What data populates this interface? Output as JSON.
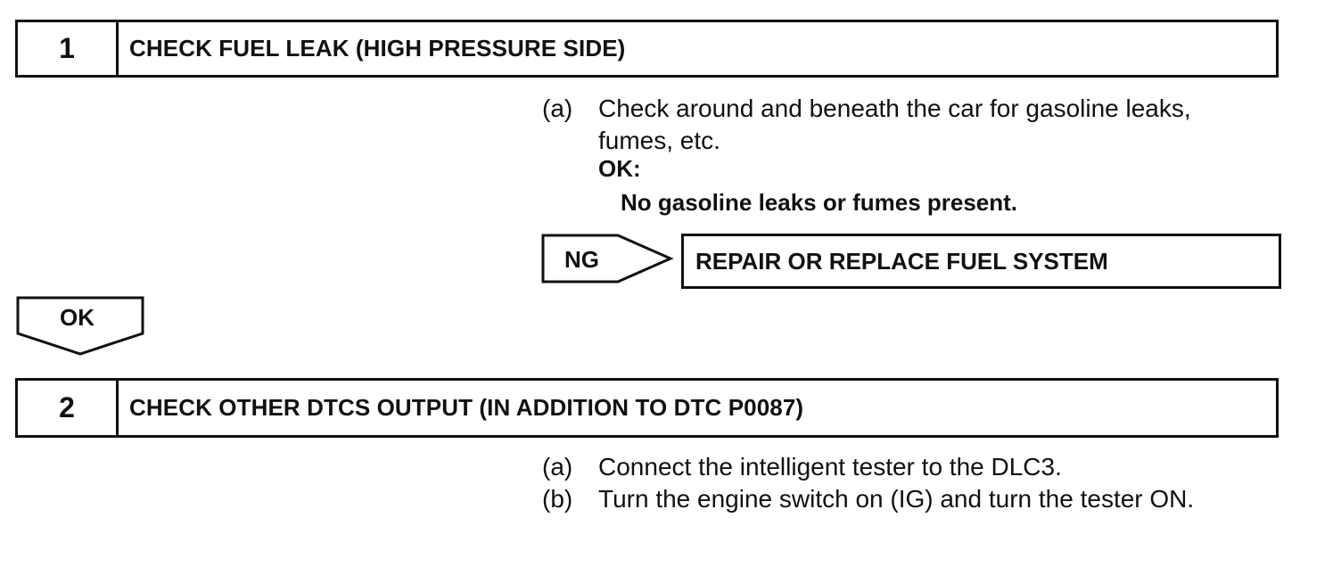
{
  "steps": [
    {
      "number": "1",
      "title": "CHECK FUEL LEAK (HIGH PRESSURE SIDE)",
      "instructions": [
        {
          "key": "(a)",
          "lines": [
            "Check around and beneath the car for gasoline leaks,",
            "fumes, etc."
          ]
        }
      ],
      "spec": {
        "label": "OK:",
        "text": "No gasoline leaks or fumes present."
      },
      "ng_branch": {
        "label": "NG",
        "action": "REPAIR OR REPLACE FUEL SYSTEM"
      },
      "ok_branch": {
        "label": "OK"
      }
    },
    {
      "number": "2",
      "title": "CHECK OTHER DTCS OUTPUT (IN ADDITION TO DTC P0087)",
      "instructions": [
        {
          "key": "(a)",
          "lines": [
            "Connect the intelligent tester to the DLC3."
          ]
        },
        {
          "key": "(b)",
          "lines": [
            "Turn the engine switch on (IG) and turn the tester ON."
          ]
        }
      ]
    }
  ]
}
